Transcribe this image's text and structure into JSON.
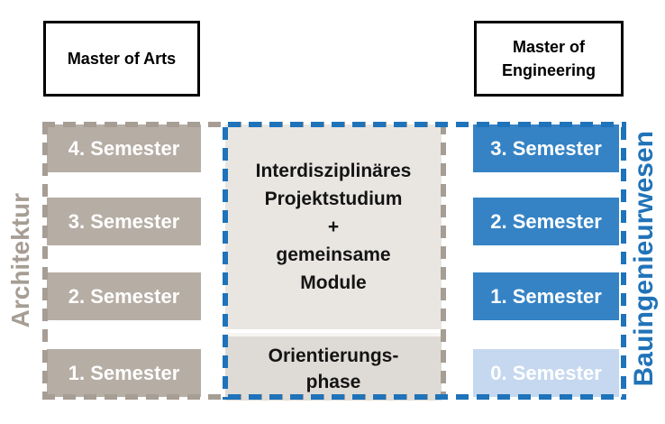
{
  "headers": {
    "left_degree": "Master of Arts",
    "right_degree": "Master of\nEngineering"
  },
  "left_column": {
    "title": "Architektur",
    "semesters": [
      "4. Semester",
      "3. Semester",
      "2. Semester",
      "1. Semester"
    ]
  },
  "right_column": {
    "title": "Bauingenieurwesen",
    "semesters": [
      "3. Semester",
      "2. Semester",
      "1. Semester",
      "0. Semester"
    ]
  },
  "middle": {
    "project_text": "Interdisziplinäres\nProjektstudium\n+\ngemeinsame\nModule",
    "orientation_text": "Orientierungs-\nphase"
  },
  "colors": {
    "architektur_gray": "#a69d94",
    "semester_box_gray": "#b6ada4",
    "bauingenieur_blue": "#2173b8",
    "dash_blue": "#1e73ba",
    "semester_box_blue": "#3583c5",
    "semester0_light_blue": "#c5d8ef",
    "middle_bg_upper": "#e9e6e2",
    "middle_bg_lower": "#dedad5",
    "title_border_black": "#000000"
  }
}
